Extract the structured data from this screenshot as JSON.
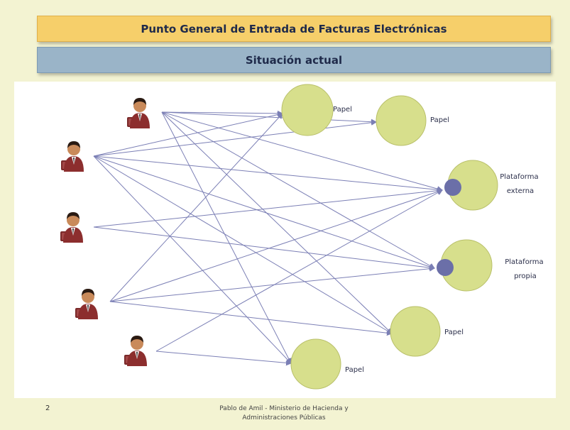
{
  "header": {
    "title": "Punto General de Entrada de Facturas Electrónicas",
    "subtitle": "Situación actual"
  },
  "nodes": [
    {
      "id": "papel1",
      "label": "Papel"
    },
    {
      "id": "papel2",
      "label": "Papel"
    },
    {
      "id": "ext",
      "label": "Plataforma externa"
    },
    {
      "id": "prop",
      "label": "Plataforma propia"
    },
    {
      "id": "papel3",
      "label": "Papel"
    },
    {
      "id": "papel4",
      "label": "Papel"
    }
  ],
  "users": [
    "person-icon",
    "person-icon",
    "person-icon",
    "person-icon",
    "person-icon"
  ],
  "colors": {
    "circle": "#d7df8c",
    "circle_stroke": "#b9c06a",
    "hub": "#6b6fa8",
    "arrow": "#7b7fb5"
  },
  "footer": {
    "page_number": "2",
    "credit_line1": "Pablo de Amil - Ministerio de Hacienda y",
    "credit_line2": "Administraciones Públicas"
  }
}
